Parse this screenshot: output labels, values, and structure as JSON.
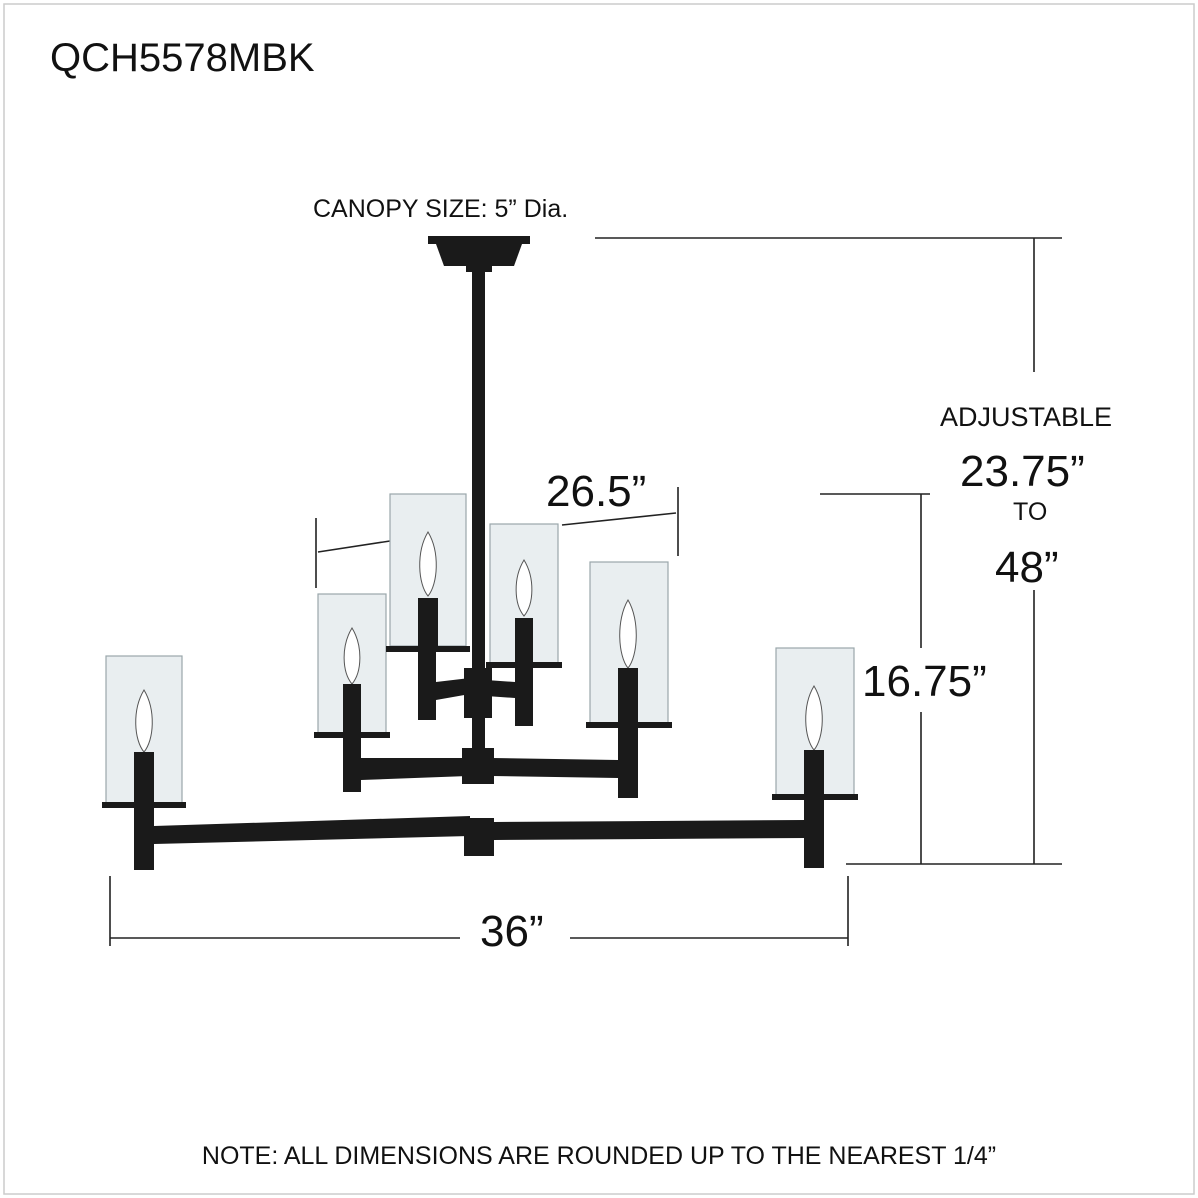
{
  "model_number": "QCH5578MBK",
  "canopy_size": "CANOPY SIZE: 5” Dia.",
  "dimensions": {
    "upper_tier_width": "26.5”",
    "adjustable_label": "ADJUSTABLE",
    "adjustable_min": "23.75”",
    "adjustable_to": "TO",
    "adjustable_max": "48”",
    "body_height": "16.75”",
    "overall_width": "36”"
  },
  "note": "NOTE: ALL DIMENSIONS ARE ROUNDED UP TO THE NEAREST 1/4”",
  "colors": {
    "fixture": "#1a1a1a",
    "glass": "#e9eef0",
    "line": "#222222",
    "border": "#cccccc"
  }
}
